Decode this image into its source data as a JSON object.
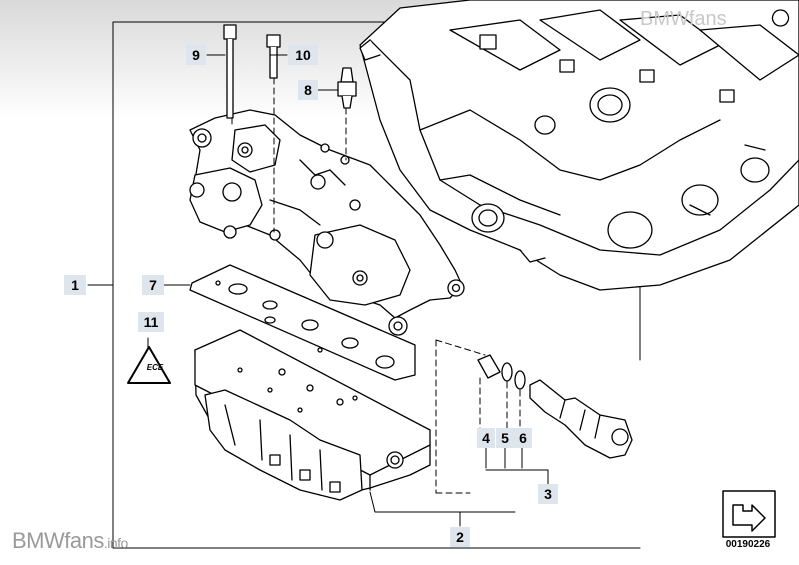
{
  "callouts": {
    "c1": "1",
    "c2": "2",
    "c3": "3",
    "c4": "4",
    "c5": "5",
    "c6": "6",
    "c7": "7",
    "c8": "8",
    "c9": "9",
    "c10": "10",
    "c11": "11"
  },
  "watermark": {
    "brand": "BMWfans",
    "suffix": ".info",
    "header": "BMWfans"
  },
  "diagram_number": "00190226",
  "warning_label": "ECE"
}
